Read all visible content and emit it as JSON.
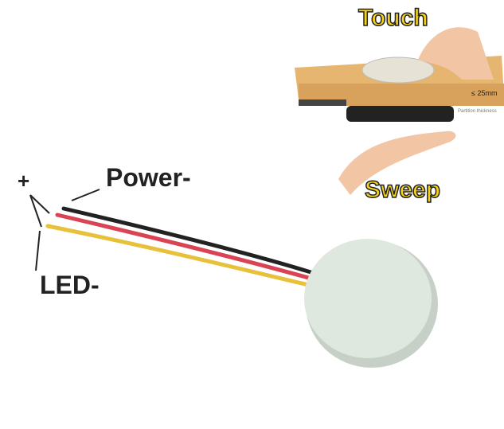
{
  "labels": {
    "plus": "+",
    "power": "Power-",
    "led": "LED-",
    "touch": "Touch",
    "sweep": "Sweep",
    "thickness_value": "≤ 25mm",
    "thickness_label": "Partition thickness"
  },
  "colors": {
    "sensor": "#dfe8df",
    "wood": "#d9a25c",
    "highlight": "#f5d21a"
  }
}
